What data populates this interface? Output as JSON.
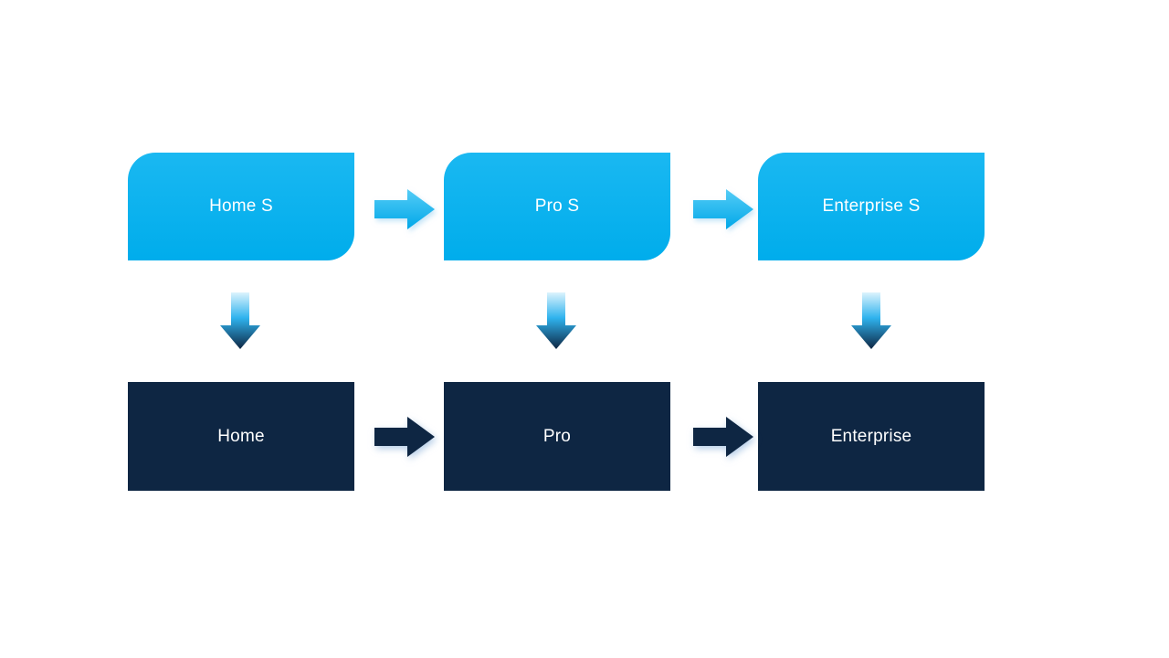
{
  "diagram": {
    "top_row": [
      {
        "label": "Home S"
      },
      {
        "label": "Pro S"
      },
      {
        "label": "Enterprise S"
      }
    ],
    "bottom_row": [
      {
        "label": "Home"
      },
      {
        "label": "Pro"
      },
      {
        "label": "Enterprise"
      }
    ],
    "colors": {
      "top_box": "#00B0F0",
      "bottom_box": "#0E2643",
      "text": "#FFFFFF",
      "background": "#FFFFFF"
    }
  }
}
